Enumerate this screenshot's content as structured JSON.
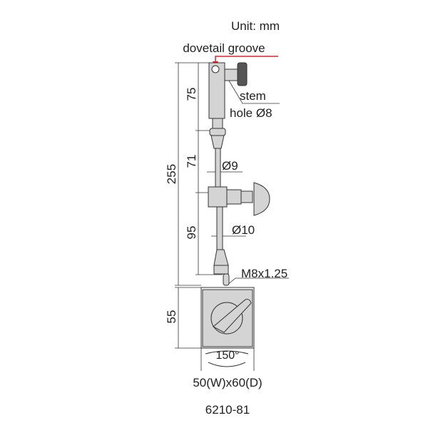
{
  "unit_label": "Unit: mm",
  "callouts": {
    "dovetail": "dovetail groove",
    "stem": "stem",
    "hole": "hole Ø8",
    "rod_upper_dia": "Ø9",
    "rod_lower_dia": "Ø10",
    "thread": "M8x1.25",
    "angle": "150°"
  },
  "dimensions": {
    "total": "255",
    "head": "75",
    "upper_arm": "71",
    "lower_arm": "95",
    "base": "55"
  },
  "base_size": "50(W)x60(D)",
  "model": "6210-81",
  "colors": {
    "accent": "#e0242c",
    "part": "#d4d4d4"
  }
}
